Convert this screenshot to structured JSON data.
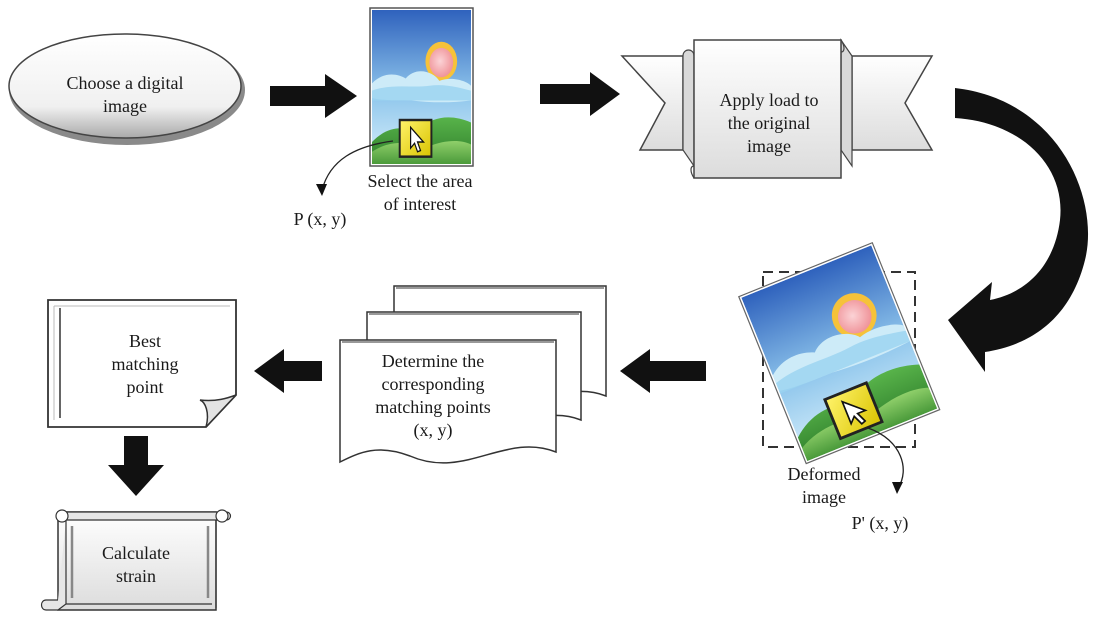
{
  "nodes": {
    "choose_image": {
      "lines": [
        "Choose a digital",
        "image"
      ]
    },
    "select_area": {
      "lines": [
        "Select the area",
        "of interest"
      ]
    },
    "apply_load": {
      "lines": [
        "Apply load to",
        "the original",
        "image"
      ]
    },
    "deformed_image": {
      "lines": [
        "Deformed",
        "image"
      ]
    },
    "determine_points": {
      "lines": [
        "Determine the",
        "corresponding",
        "matching points",
        "(x, y)"
      ]
    },
    "best_match": {
      "lines": [
        "Best",
        "matching",
        "point"
      ]
    },
    "calculate_strain": {
      "lines": [
        "Calculate",
        "strain"
      ]
    }
  },
  "point_labels": {
    "original": "P (x, y)",
    "deformed": "P' (x, y)"
  },
  "colors": {
    "sky_top": "#3a6fc4",
    "sky_bottom": "#bfe3f7",
    "sun": "#f7c23a",
    "sun_core": "#f6a0a4",
    "hill": "#3f9a3a",
    "selector": "#f4e21c",
    "arrow": "#111111"
  },
  "icons": {
    "cursor": "pointer-arrow-icon",
    "landscape": "landscape-picture-icon"
  }
}
